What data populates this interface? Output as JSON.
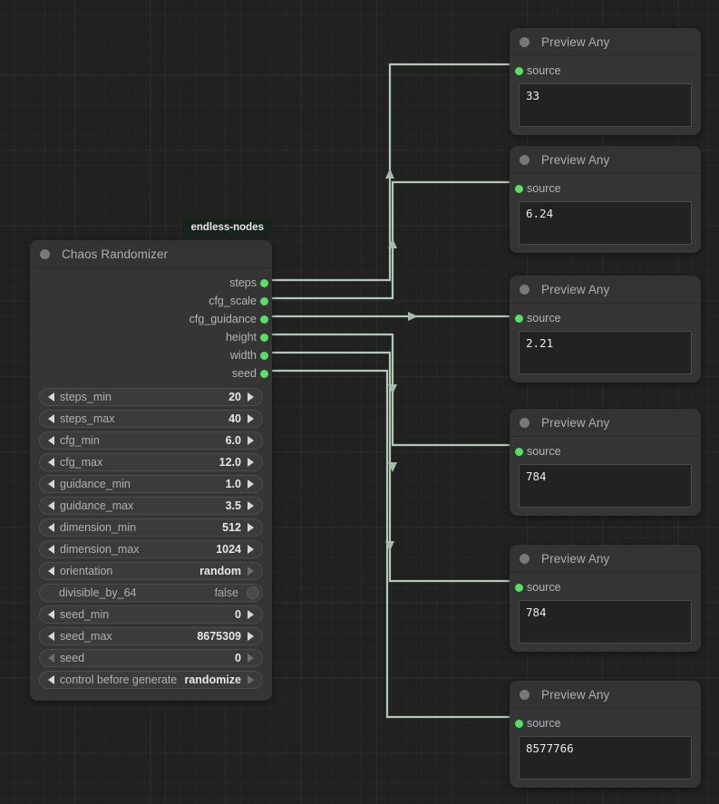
{
  "app": {
    "kind": "node-graph-editor",
    "canvas_background": "#212121",
    "link_color": "#b3c8b6",
    "pin_color": "#57e066"
  },
  "nodes": {
    "chaos_randomizer": {
      "badge": "endless-nodes",
      "title": "Chaos Randomizer",
      "collapse_dot": "node-collapse-dot",
      "outputs": [
        {
          "label": "steps"
        },
        {
          "label": "cfg_scale"
        },
        {
          "label": "cfg_guidance"
        },
        {
          "label": "height"
        },
        {
          "label": "width"
        },
        {
          "label": "seed"
        }
      ],
      "widgets": [
        {
          "name": "steps_min",
          "value": "20",
          "type": "number"
        },
        {
          "name": "steps_max",
          "value": "40",
          "type": "number"
        },
        {
          "name": "cfg_min",
          "value": "6.0",
          "type": "number"
        },
        {
          "name": "cfg_max",
          "value": "12.0",
          "type": "number"
        },
        {
          "name": "guidance_min",
          "value": "1.0",
          "type": "number"
        },
        {
          "name": "guidance_max",
          "value": "3.5",
          "type": "number"
        },
        {
          "name": "dimension_min",
          "value": "512",
          "type": "number"
        },
        {
          "name": "dimension_max",
          "value": "1024",
          "type": "number"
        },
        {
          "name": "orientation",
          "value": "random",
          "type": "combo"
        },
        {
          "name": "divisible_by_64",
          "value": "false",
          "type": "toggle"
        },
        {
          "name": "seed_min",
          "value": "0",
          "type": "number"
        },
        {
          "name": "seed_max",
          "value": "8675309",
          "type": "number"
        },
        {
          "name": "seed",
          "value": "0",
          "type": "number-dim"
        },
        {
          "name": "control before generate",
          "value": "randomize",
          "type": "combo"
        }
      ]
    },
    "previews": [
      {
        "title": "Preview Any",
        "input": "source",
        "value": "33"
      },
      {
        "title": "Preview Any",
        "input": "source",
        "value": "6.24"
      },
      {
        "title": "Preview Any",
        "input": "source",
        "value": "2.21"
      },
      {
        "title": "Preview Any",
        "input": "source",
        "value": "784"
      },
      {
        "title": "Preview Any",
        "input": "source",
        "value": "784"
      },
      {
        "title": "Preview Any",
        "input": "source",
        "value": "8577766"
      }
    ]
  },
  "links": [
    {
      "from": "steps",
      "to": "preview-0"
    },
    {
      "from": "cfg_scale",
      "to": "preview-1"
    },
    {
      "from": "cfg_guidance",
      "to": "preview-2"
    },
    {
      "from": "height",
      "to": "preview-3"
    },
    {
      "from": "width",
      "to": "preview-4"
    },
    {
      "from": "seed",
      "to": "preview-5"
    }
  ]
}
